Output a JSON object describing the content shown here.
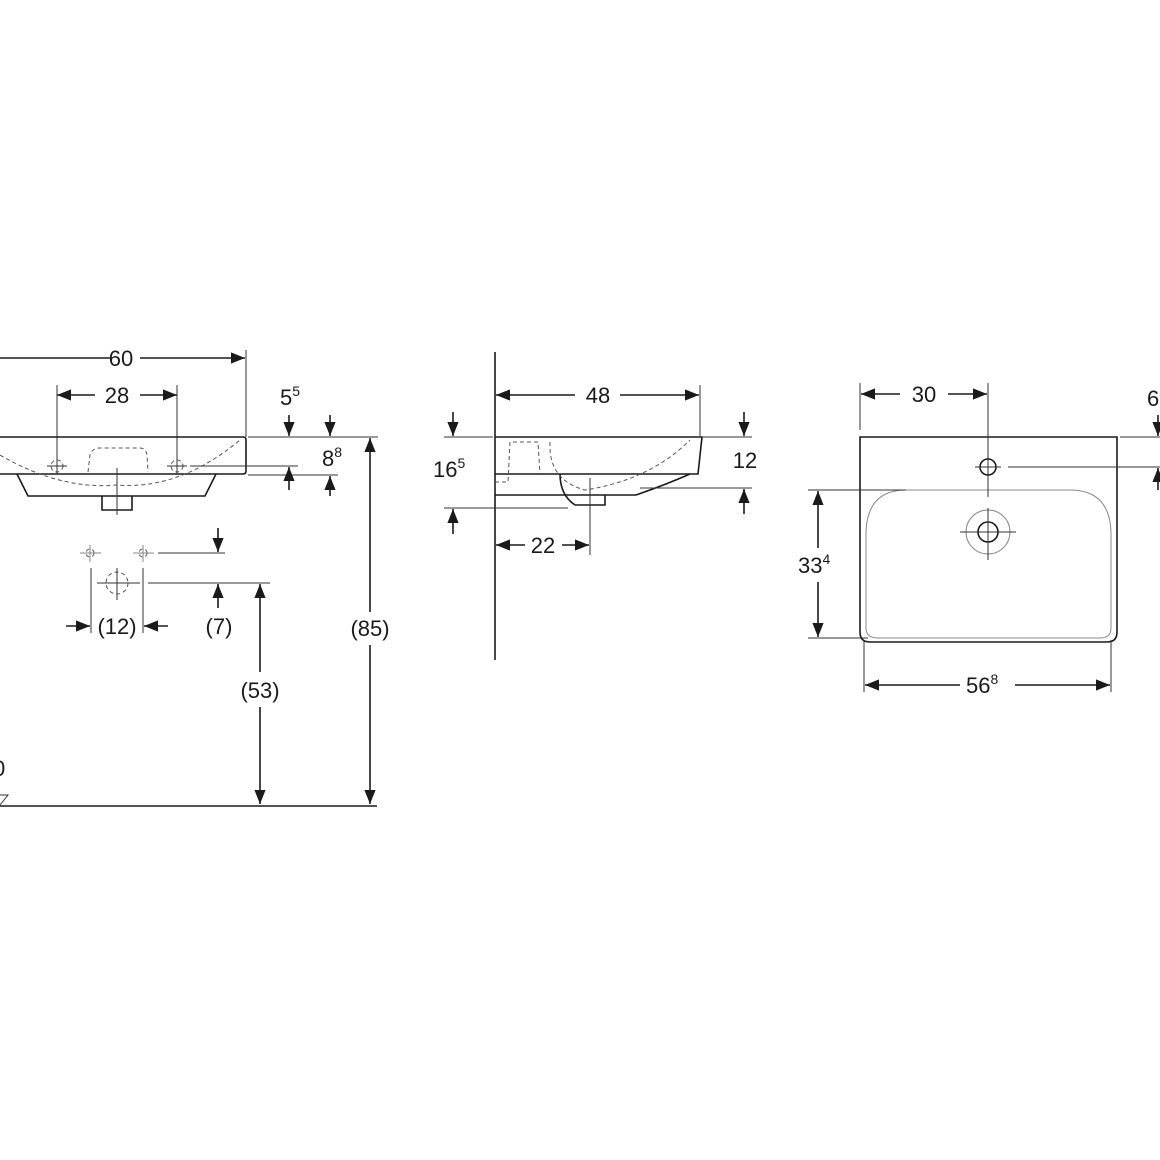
{
  "views": {
    "front": {
      "width": {
        "main": "60",
        "sup": ""
      },
      "tap_spacing": {
        "main": "28",
        "sup": ""
      },
      "tap_depth": {
        "main": "5",
        "sup": "5"
      },
      "rim_height": {
        "main": "8",
        "sup": "8"
      },
      "total_height": {
        "main": "(85)",
        "sup": ""
      },
      "outlet_height": {
        "main": "(53)",
        "sup": ""
      },
      "outlet_offset": {
        "main": "(7)",
        "sup": ""
      },
      "outlet_spacing": {
        "main": "(12)",
        "sup": ""
      },
      "floor_label": {
        "main": "0",
        "sup": ""
      }
    },
    "side": {
      "depth": {
        "main": "48",
        "sup": ""
      },
      "overall_height": {
        "main": "16",
        "sup": "5"
      },
      "bowl_height": {
        "main": "12",
        "sup": ""
      },
      "drain_distance": {
        "main": "22",
        "sup": ""
      }
    },
    "top": {
      "tap_position": {
        "main": "30",
        "sup": ""
      },
      "tap_from_back": {
        "main": "6",
        "sup": ""
      },
      "bowl_depth": {
        "main": "33",
        "sup": "4"
      },
      "bowl_width": {
        "main": "56",
        "sup": "8"
      }
    }
  }
}
